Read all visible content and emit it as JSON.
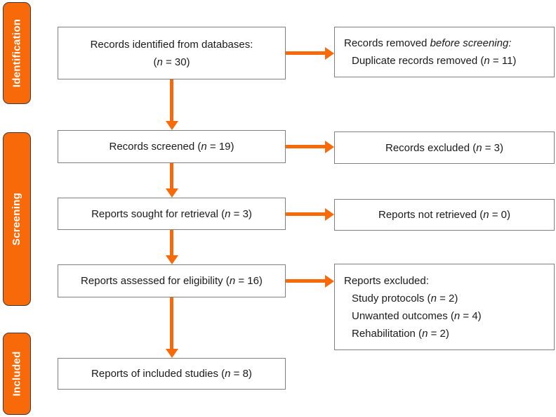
{
  "colors": {
    "accent_orange": "#F8690A",
    "box_border": "#7F7F7F",
    "stage_text": "#FFFFFF",
    "body_text": "#1A1A1A"
  },
  "stages": [
    {
      "label": "Identification"
    },
    {
      "label": "Screening"
    },
    {
      "label": "Included"
    }
  ],
  "boxes": {
    "identified": {
      "lines": [
        "Records identified from databases:",
        "(*n* = 30)"
      ]
    },
    "screened": {
      "line": "Records screened (*n* = 19)"
    },
    "sought": {
      "line": "Reports sought for retrieval (*n* = 3)"
    },
    "assessed": {
      "line": "Reports assessed for eligibility (*n* = 16)"
    },
    "included": {
      "line": "Reports of included studies (*n* = 8)"
    },
    "removed": {
      "title": "Records removed *before screening:*",
      "items": [
        "Duplicate records removed (*n* = 11)"
      ]
    },
    "excluded_records": {
      "line": "Records excluded (*n* = 3)"
    },
    "not_retrieved": {
      "line": "Reports not retrieved (*n* = 0)"
    },
    "excluded_reports": {
      "title": "Reports excluded:",
      "items": [
        "Study protocols (*n* = 2)",
        "Unwanted outcomes (*n* = 4)",
        "Rehabilitation (*n* = 2)"
      ]
    }
  }
}
